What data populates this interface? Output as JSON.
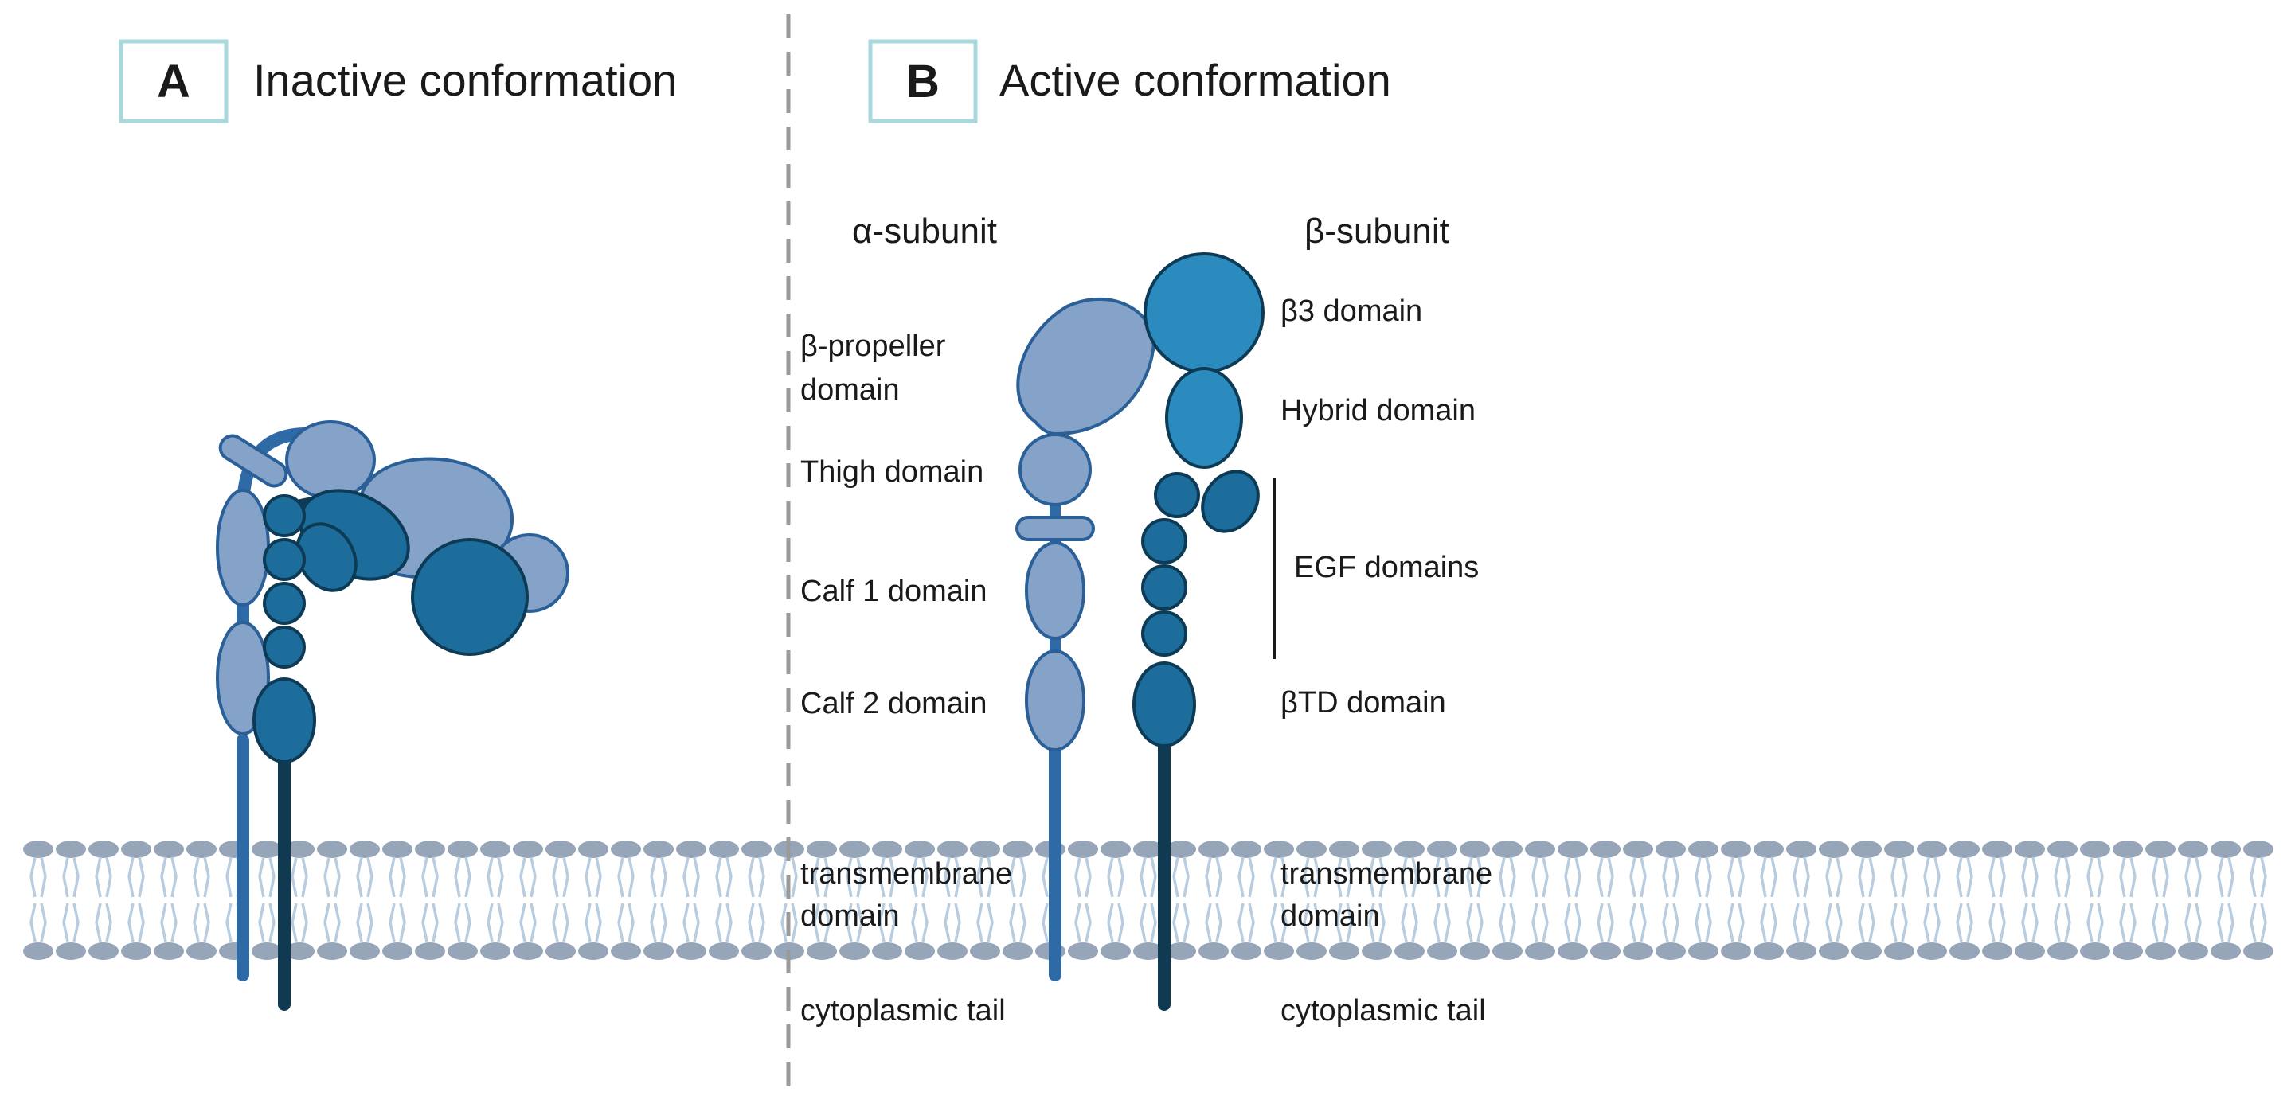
{
  "panel_a": {
    "letter": "A",
    "title": "Inactive conformation"
  },
  "panel_b": {
    "letter": "B",
    "title": "Active conformation"
  },
  "alpha": {
    "title": "α-subunit",
    "labels": {
      "propeller_1": "β-propeller",
      "propeller_2": "domain",
      "thigh": "Thigh domain",
      "calf1": "Calf 1 domain",
      "calf2": "Calf 2 domain",
      "tm_1": "transmembrane",
      "tm_2": "domain",
      "tail": "cytoplasmic tail"
    }
  },
  "beta": {
    "title": "β-subunit",
    "labels": {
      "b3": "β3 domain",
      "hybrid": "Hybrid domain",
      "egf": "EGF domains",
      "btd": "βTD domain",
      "tm_1": "transmembrane",
      "tm_2": "domain",
      "tail": "cytoplasmic tail"
    }
  },
  "colors": {
    "alpha_fill": "#85a3c9",
    "alpha_stroke": "#2a5f98",
    "alpha_stalk": "#2d6aa6",
    "beta_light": "#2b8bbf",
    "beta_fill": "#1c6c9c",
    "beta_stroke": "#0d3a55",
    "beta_stalk": "#0f3a52",
    "membrane_head": "#97a5b8",
    "membrane_tail": "#b8cde0",
    "box_border": "#a9d8dc",
    "divider": "#9a9a9a"
  }
}
